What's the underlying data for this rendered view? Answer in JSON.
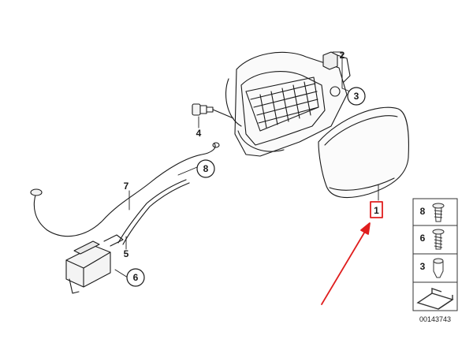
{
  "colors": {
    "line": "#1a1a1a",
    "highlight": "#e01e1e",
    "panel_border": "#333333",
    "fill_light": "#f2f2f2"
  },
  "callouts": {
    "c1": "1",
    "c2": "2",
    "c3": "3",
    "c4": "4",
    "c5": "5",
    "c6": "6",
    "c7": "7",
    "c8": "8"
  },
  "legend": {
    "rows": [
      {
        "num": "8",
        "icon": "screw-icon"
      },
      {
        "num": "6",
        "icon": "spring-screw-icon"
      },
      {
        "num": "3",
        "icon": "pin-icon"
      },
      {
        "num": "",
        "icon": "folded-sheet-icon"
      }
    ]
  },
  "diagram_id": "00143743"
}
